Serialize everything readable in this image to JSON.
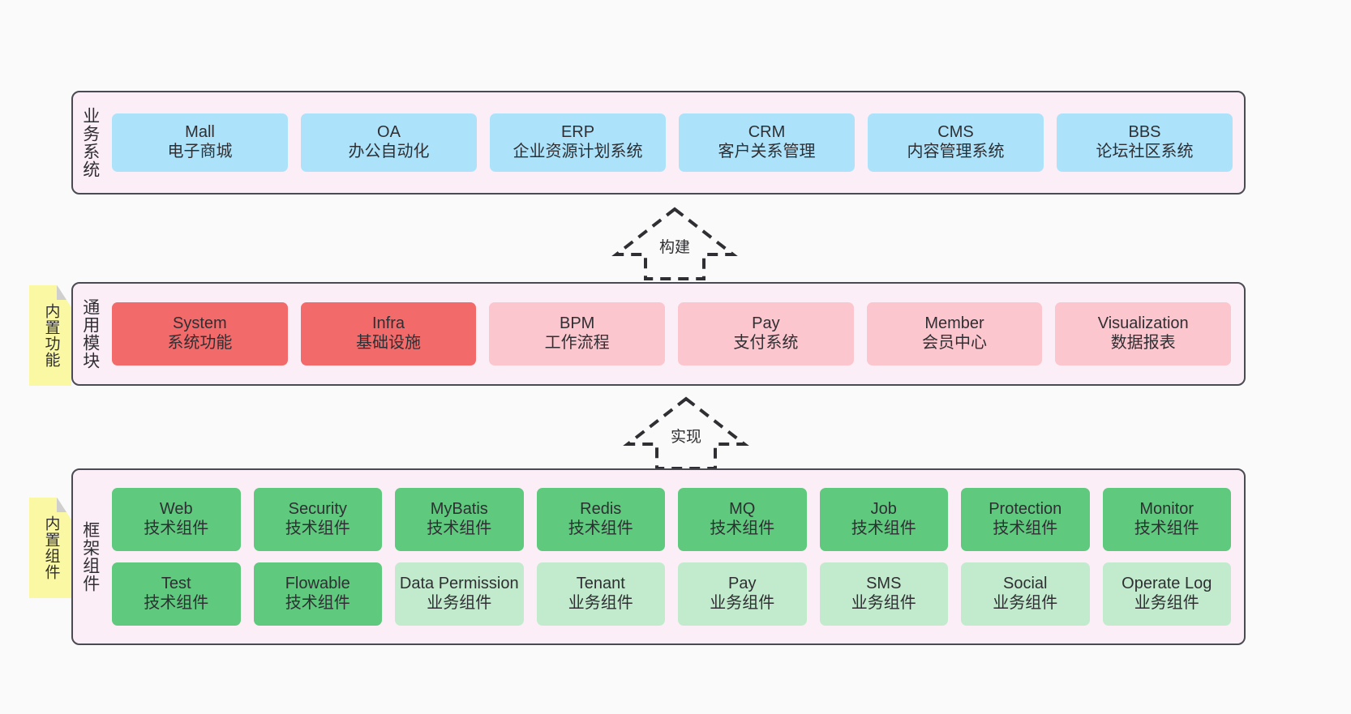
{
  "diagram": {
    "background": "#fafafa",
    "palette": {
      "layer_bg": "#fceef6",
      "layer_border": "#4a4a52",
      "blue": "#ace3fb",
      "red": "#f36a6a",
      "pink": "#fbc6cd",
      "green": "#5fc97e",
      "light_green": "#c2ebcd",
      "sticky": "#fbf8a4",
      "sticky_fold": "#cfcfcf"
    }
  },
  "layers": [
    {
      "id": "business",
      "title": "业务系统",
      "rows": [
        {
          "cards": [
            {
              "name": "Mall",
              "desc": "电子商城",
              "color": "blue"
            },
            {
              "name": "OA",
              "desc": "办公自动化",
              "color": "blue"
            },
            {
              "name": "ERP",
              "desc": "企业资源计划系统",
              "color": "blue"
            },
            {
              "name": "CRM",
              "desc": "客户关系管理",
              "color": "blue"
            },
            {
              "name": "CMS",
              "desc": "内容管理系统",
              "color": "blue"
            },
            {
              "name": "BBS",
              "desc": "论坛社区系统",
              "color": "blue"
            }
          ]
        }
      ]
    },
    {
      "id": "common",
      "title": "通用模块",
      "sticky": "内置功能",
      "rows": [
        {
          "cards": [
            {
              "name": "System",
              "desc": "系统功能",
              "color": "red"
            },
            {
              "name": "Infra",
              "desc": "基础设施",
              "color": "red"
            },
            {
              "name": "BPM",
              "desc": "工作流程",
              "color": "pink"
            },
            {
              "name": "Pay",
              "desc": "支付系统",
              "color": "pink"
            },
            {
              "name": "Member",
              "desc": "会员中心",
              "color": "pink"
            },
            {
              "name": "Visualization",
              "desc": "数据报表",
              "color": "pink"
            }
          ]
        }
      ]
    },
    {
      "id": "framework",
      "title": "框架组件",
      "sticky": "内置组件",
      "rows": [
        {
          "cards": [
            {
              "name": "Web",
              "desc": "技术组件",
              "color": "green"
            },
            {
              "name": "Security",
              "desc": "技术组件",
              "color": "green"
            },
            {
              "name": "MyBatis",
              "desc": "技术组件",
              "color": "green"
            },
            {
              "name": "Redis",
              "desc": "技术组件",
              "color": "green"
            },
            {
              "name": "MQ",
              "desc": "技术组件",
              "color": "green"
            },
            {
              "name": "Job",
              "desc": "技术组件",
              "color": "green"
            },
            {
              "name": "Protection",
              "desc": "技术组件",
              "color": "green"
            },
            {
              "name": "Monitor",
              "desc": "技术组件",
              "color": "green"
            }
          ]
        },
        {
          "cards": [
            {
              "name": "Test",
              "desc": "技术组件",
              "color": "green"
            },
            {
              "name": "Flowable",
              "desc": "技术组件",
              "color": "green"
            },
            {
              "name": "Data Permission",
              "desc": "业务组件",
              "color": "lgreen"
            },
            {
              "name": "Tenant",
              "desc": "业务组件",
              "color": "lgreen"
            },
            {
              "name": "Pay",
              "desc": "业务组件",
              "color": "lgreen"
            },
            {
              "name": "SMS",
              "desc": "业务组件",
              "color": "lgreen"
            },
            {
              "name": "Social",
              "desc": "业务组件",
              "color": "lgreen"
            },
            {
              "name": "Operate Log",
              "desc": "业务组件",
              "color": "lgreen"
            }
          ]
        }
      ]
    }
  ],
  "connectors": [
    {
      "id": "build",
      "label": "构建",
      "direction": "up",
      "style": "dashed-block-arrow"
    },
    {
      "id": "impl",
      "label": "实现",
      "direction": "up",
      "style": "dashed-block-arrow"
    }
  ]
}
